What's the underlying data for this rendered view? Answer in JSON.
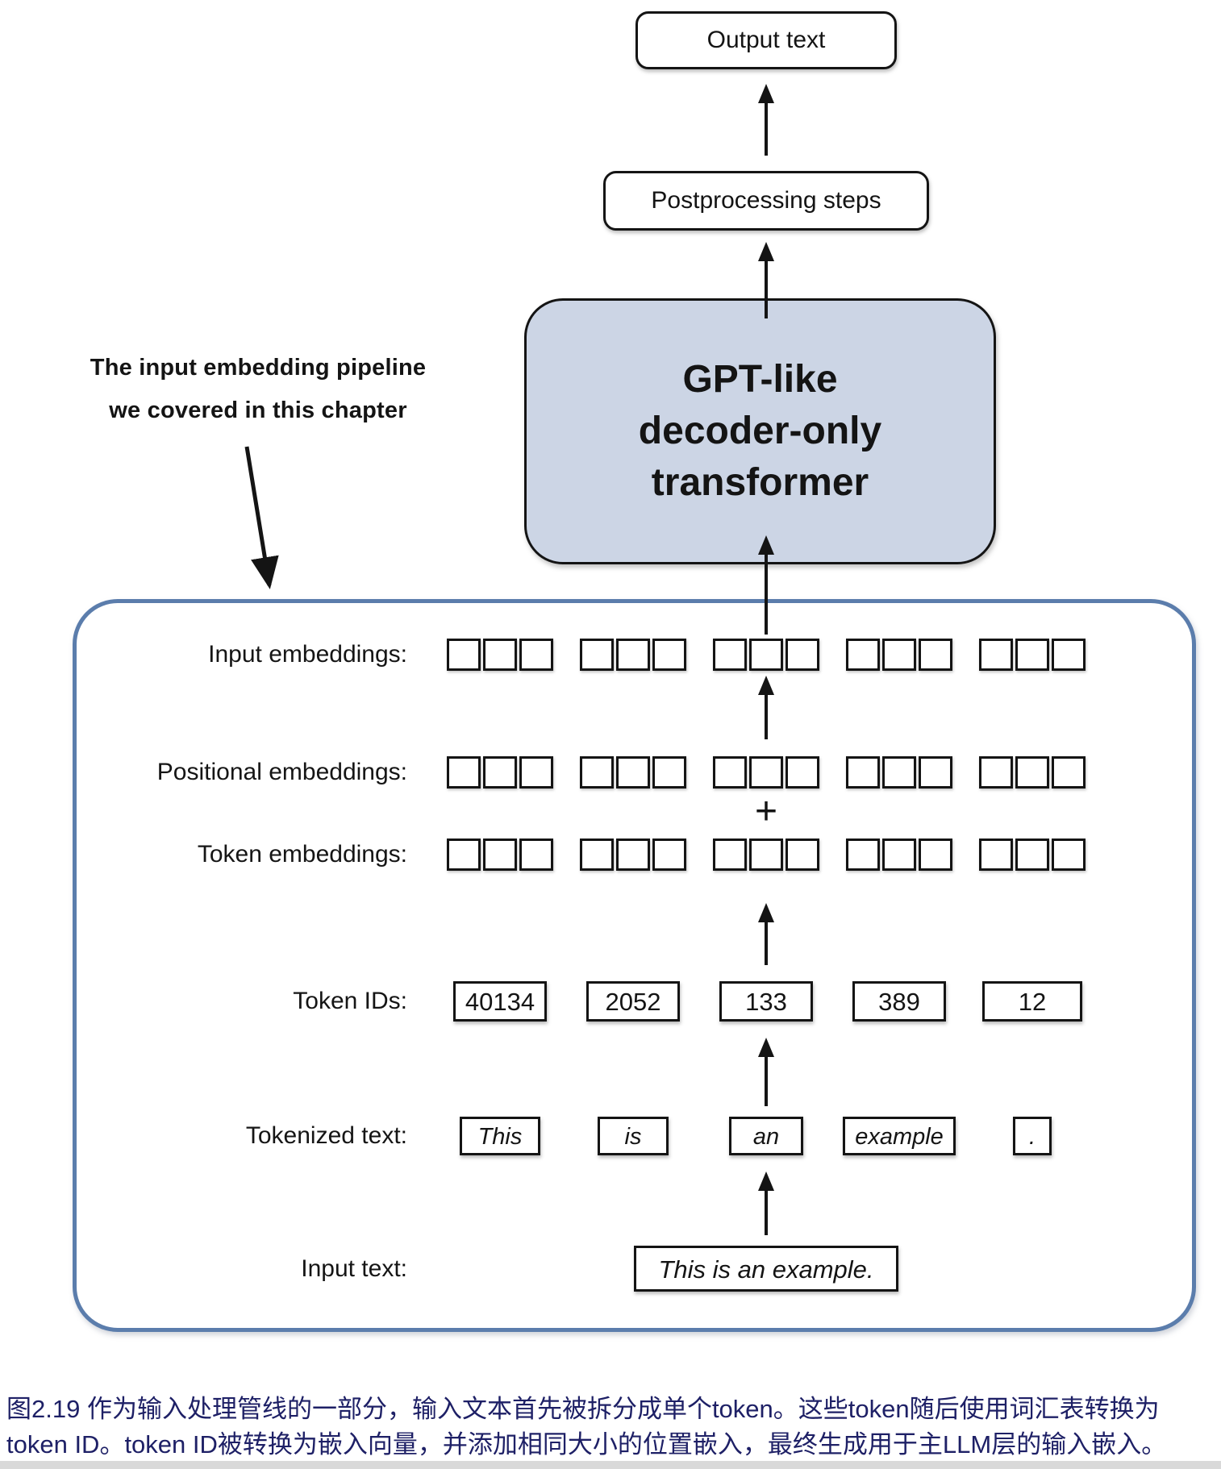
{
  "figure": {
    "output_box": "Output text",
    "postprocessing_box": "Postprocessing steps",
    "gpt_box": {
      "line1": "GPT-like",
      "line2": "decoder-only",
      "line3": "transformer"
    },
    "annotation": {
      "line1": "The input embedding pipeline",
      "line2": "we covered in this chapter"
    },
    "plus": "+",
    "labels": {
      "input_embeddings": "Input embeddings:",
      "positional_embeddings": "Positional embeddings:",
      "token_embeddings": "Token embeddings:",
      "token_ids": "Token IDs:",
      "tokenized_text": "Tokenized text:",
      "input_text": "Input text:"
    },
    "token_ids": [
      "40134",
      "2052",
      "133",
      "389",
      "12"
    ],
    "tokens": [
      "This",
      "is",
      "an",
      "example",
      "."
    ],
    "input_text": "This is an example.",
    "embedding_columns": 5,
    "squares_per_group": 3,
    "flow_direction": "up"
  },
  "caption": {
    "line1": "图2.19 作为输入处理管线的一部分，输入文本首先被拆分成单个token。这些token随后使用词汇表转换为",
    "line2": "token ID。token ID被转换为嵌入向量，并添加相同大小的位置嵌入，最终生成用于主LLM层的输入嵌入。"
  },
  "colors": {
    "container_border": "#5b7dac",
    "gpt_fill": "#ccd5e5",
    "caption_text": "#1e2066"
  }
}
